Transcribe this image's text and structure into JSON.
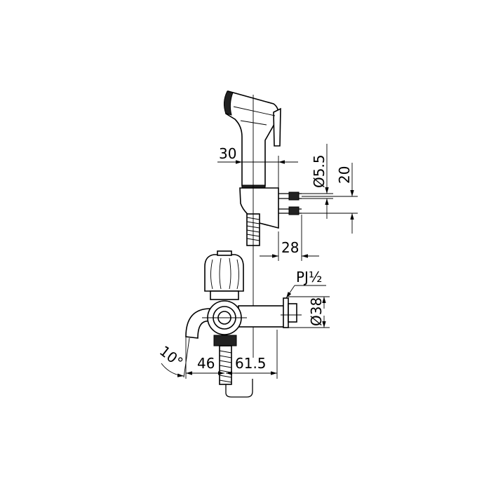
{
  "drawing": {
    "title": "Hand shower with stop valve dimension drawing",
    "dimensions": {
      "holder_offset": "30",
      "screw_diameter": "Ø5.5",
      "screw_spacing": "20",
      "holder_depth": "28",
      "thread": "PJ½",
      "flange_diameter": "Ø38",
      "spout_reach": "46",
      "valve_depth": "61.5",
      "spout_angle": "10°"
    }
  }
}
